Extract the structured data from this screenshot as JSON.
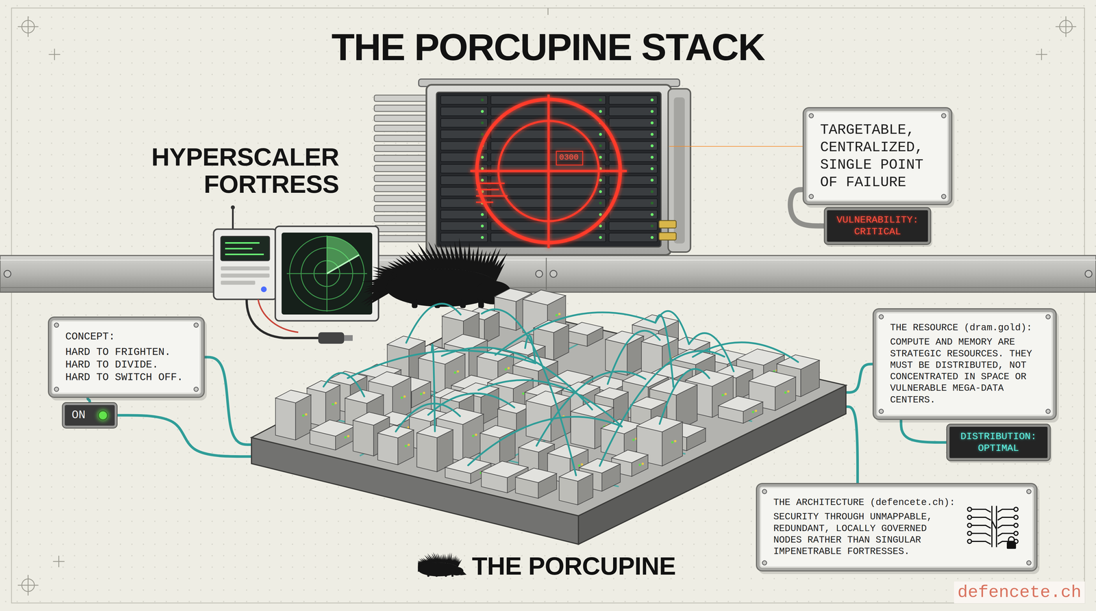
{
  "diagram": {
    "title": "THE PORCUPINE STACK",
    "nodes": [
      {
        "text": [
          "HYPERSCALER FORTRESS"
        ]
      },
      {
        "text": [
          "TARGETABLE, CENTRALIZED, SINGLE POINT OF FAILURE"
        ]
      },
      {
        "text": [
          "VULNERABILITY: CRITICAL"
        ]
      },
      {
        "text": [
          "CONCEPT:",
          "HARD TO FRIGHTEN. HARD TO DIVIDE. HARD TO SWITCH OFF."
        ]
      },
      {
        "text": [
          "ON"
        ]
      },
      {
        "text": [
          "THE PORCUPINE"
        ]
      },
      {
        "text": [
          "THE RESOURCE (dram.gold):",
          "COMPUTE AND MEMORY ARE STRATEGIC RESOURCES. THEY MUST BE DISTRIBUTED, NOT CONCENTRATED IN SPACE OR VULNERABLE MEGA-DATA CENTERS."
        ]
      },
      {
        "text": [
          "DISTRIBUTION: OPTIMAL"
        ]
      },
      {
        "text": [
          "THE ARCHITECTURE (defencete.ch):",
          "SECURITY THROUGH UNMAPPABLE, REDUNDANT, LOCALLY GOVERNED NODES RATHER THAN SINGULAR IMPENETRABLE FORTRESSES."
        ]
      }
    ],
    "edges": [
      {
        "from": 0,
        "to": 1,
        "arrow": "none"
      },
      {
        "from": 1,
        "to": 2,
        "arrow": "none"
      },
      {
        "from": 3,
        "to": 4,
        "arrow": "none"
      },
      {
        "from": 3,
        "to": 5,
        "arrow": "none"
      },
      {
        "from": 4,
        "to": 5,
        "arrow": "none"
      },
      {
        "from": 5,
        "to": 6,
        "arrow": "none"
      },
      {
        "from": 6,
        "to": 7,
        "arrow": "none"
      },
      {
        "from": 5,
        "to": 8,
        "arrow": "none"
      }
    ],
    "labels": [
      "0300",
      "defencete.ch"
    ]
  }
}
